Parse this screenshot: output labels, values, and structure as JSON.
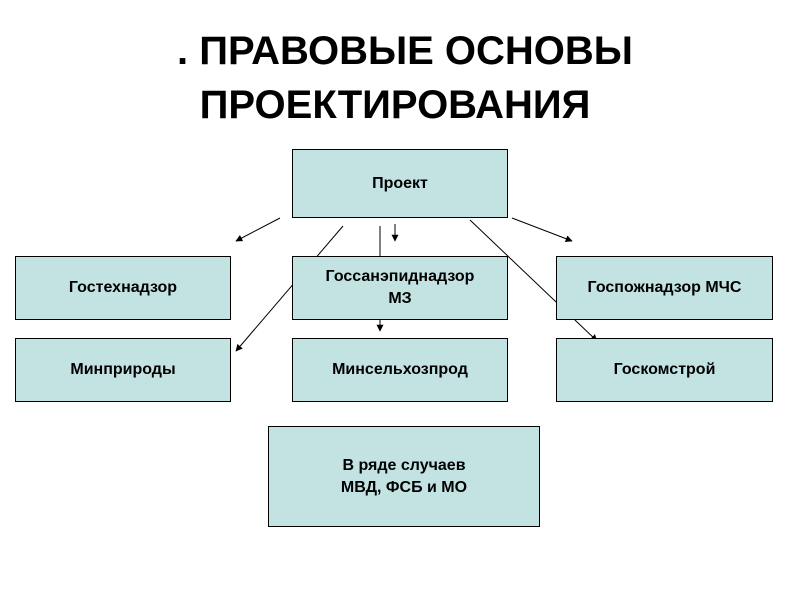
{
  "title": {
    "line1": ". ПРАВОВЫЕ ОСНОВЫ",
    "line2": "ПРОЕКТИРОВАНИЯ"
  },
  "boxes": {
    "project": "Проект",
    "gostekhnadzor": "Гостехнадзор",
    "gossanepid_line1": "Госсанэпиднадзор",
    "gossanepid_line2": "МЗ",
    "gospozhnadzor": "Госпожнадзор МЧС",
    "minprirody": "Минприроды",
    "minselkhozprod": "Минсельхозпрод",
    "goskomstroy": "Госкомстрой",
    "special_line1": "В ряде случаев",
    "special_line2": "МВД, ФСБ и МО"
  },
  "colors": {
    "box_fill": "#c3e3e3",
    "box_border": "#000000",
    "arrow": "#000000"
  }
}
